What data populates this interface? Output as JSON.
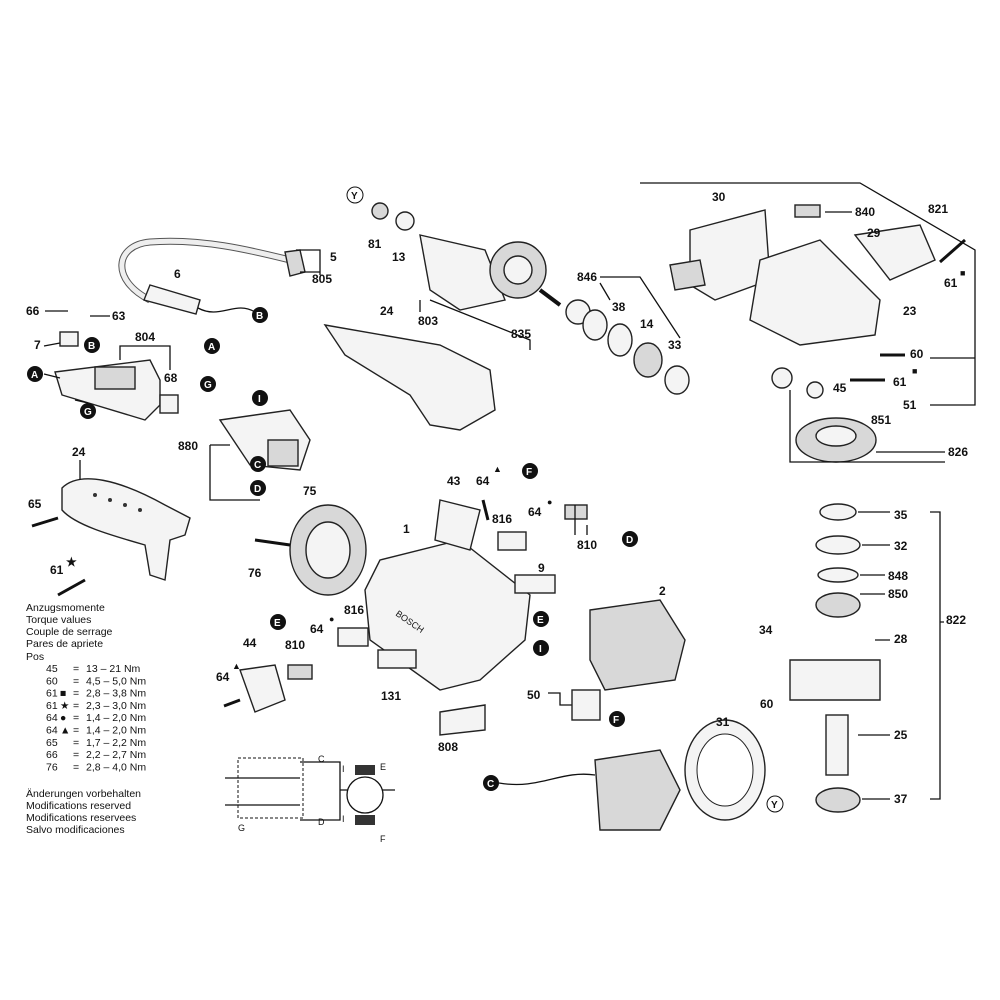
{
  "callouts": {
    "p1": "1",
    "p2": "2",
    "p5": "5",
    "p6": "6",
    "p7": "7",
    "p9": "9",
    "p13": "13",
    "p14": "14",
    "p23": "23",
    "p24a": "24",
    "p24b": "24",
    "p25": "25",
    "p28": "28",
    "p29": "29",
    "p30": "30",
    "p31": "31",
    "p32": "32",
    "p33": "33",
    "p34": "34",
    "p35": "35",
    "p37": "37",
    "p38": "38",
    "p43": "43",
    "p44": "44",
    "p45": "45",
    "p50": "50",
    "p51": "51",
    "p60a": "60",
    "p60b": "60",
    "p61a": "61",
    "p61b": "61",
    "p61c": "61",
    "p63": "63",
    "p64a": "64",
    "p64b": "64",
    "p64c": "64",
    "p64d": "64",
    "p65": "65",
    "p66": "66",
    "p68": "68",
    "p75": "75",
    "p76": "76",
    "p81": "81",
    "p131": "131",
    "p803": "803",
    "p804": "804",
    "p805": "805",
    "p808": "808",
    "p810a": "810",
    "p810b": "810",
    "p816a": "816",
    "p816b": "816",
    "p821": "821",
    "p822": "822",
    "p826": "826",
    "p835": "835",
    "p840": "840",
    "p846": "846",
    "p848": "848",
    "p850": "850",
    "p851": "851",
    "p880": "880"
  },
  "letters": {
    "A": "A",
    "B": "B",
    "C": "C",
    "D": "D",
    "E": "E",
    "F": "F",
    "G": "G",
    "I": "I",
    "Y": "Y"
  },
  "torque": {
    "headings": [
      "Anzugsmomente",
      "Torque values",
      "Couple de serrage",
      "Pares de apriete"
    ],
    "pos_label": "Pos",
    "rows": [
      {
        "pos": "45",
        "sym": "",
        "eq": "=",
        "val": "13  –  21 Nm"
      },
      {
        "pos": "60",
        "sym": "",
        "eq": "=",
        "val": "4,5 – 5,0 Nm"
      },
      {
        "pos": "61",
        "sym": "■",
        "eq": "=",
        "val": "2,8 – 3,8 Nm"
      },
      {
        "pos": "61",
        "sym": "★",
        "eq": "=",
        "val": "2,3 – 3,0 Nm"
      },
      {
        "pos": "64",
        "sym": "●",
        "eq": "=",
        "val": "1,4 – 2,0 Nm"
      },
      {
        "pos": "64",
        "sym": "▲",
        "eq": "=",
        "val": "1,4 – 2,0 Nm"
      },
      {
        "pos": "65",
        "sym": "",
        "eq": "=",
        "val": "1,7 – 2,2 Nm"
      },
      {
        "pos": "66",
        "sym": "",
        "eq": "=",
        "val": "2,2 – 2,7 Nm"
      },
      {
        "pos": "76",
        "sym": "",
        "eq": "=",
        "val": "2,8 – 4,0 Nm"
      }
    ]
  },
  "modifications": [
    "Änderungen vorbehalten",
    "Modifications reserved",
    "Modifications reservees",
    "Salvo modificaciones"
  ],
  "brand_mark": "BOSCH",
  "symbols": {
    "square": "■",
    "star": "★",
    "dot": "●",
    "triangle": "▲"
  },
  "wiring": {
    "C": "C",
    "D": "D",
    "E": "E",
    "F": "F",
    "G": "G",
    "I1": "I",
    "I2": "I"
  }
}
